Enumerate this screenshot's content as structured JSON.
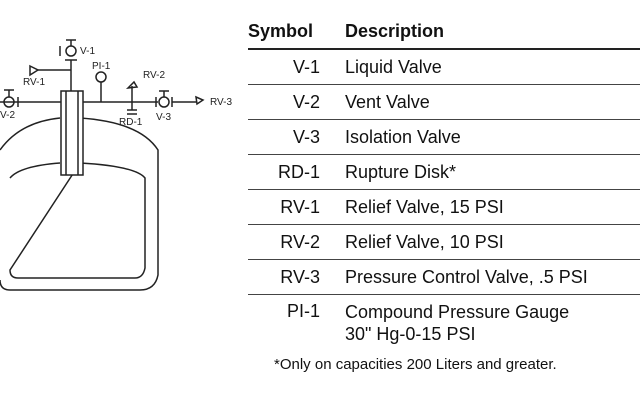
{
  "diagram": {
    "labels": {
      "v1": "V-1",
      "v2": "V-2",
      "v3": "V-3",
      "rv1": "RV-1",
      "rv2": "RV-2",
      "rv3": "RV-3",
      "pi1": "PI-1",
      "rd1": "RD-1"
    }
  },
  "table": {
    "headers": {
      "symbol": "Symbol",
      "description": "Description"
    },
    "rows": [
      {
        "symbol": "V-1",
        "description": "Liquid Valve"
      },
      {
        "symbol": "V-2",
        "description": "Vent Valve"
      },
      {
        "symbol": "V-3",
        "description": "Isolation Valve"
      },
      {
        "symbol": "RD-1",
        "description": "Rupture Disk*"
      },
      {
        "symbol": "RV-1",
        "description": "Relief Valve, 15 PSI"
      },
      {
        "symbol": "RV-2",
        "description": "Relief Valve, 10 PSI"
      },
      {
        "symbol": "RV-3",
        "description": "Pressure Control Valve, .5 PSI"
      },
      {
        "symbol": "PI-1",
        "description": "Compound Pressure Gauge\n30\" Hg-0-15 PSI"
      }
    ]
  },
  "footnote": "*Only on capacities 200 Liters and greater."
}
